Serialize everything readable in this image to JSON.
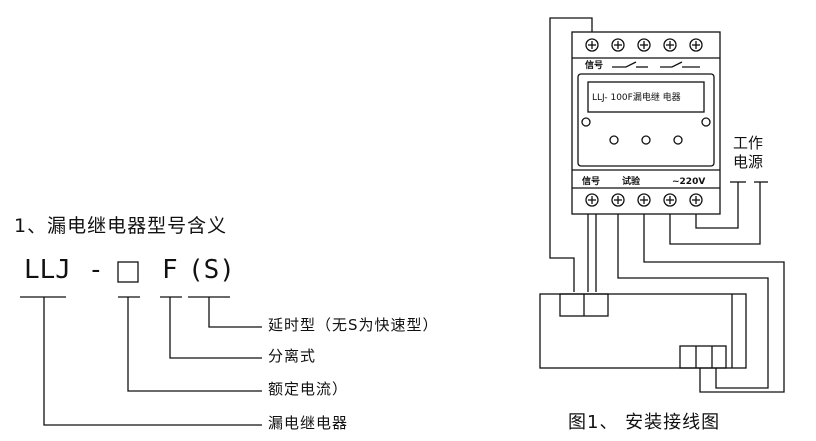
{
  "title": "1、漏电继电器型号含义",
  "model": {
    "llj": "LLJ",
    "dash": "-",
    "f": "F",
    "s": "(S)"
  },
  "descriptions": [
    "延时型（无S为快速型）",
    "分离式",
    "额定电流）",
    "漏电继电器"
  ],
  "relay": {
    "top_label_signal": "信号",
    "display_text": "LLJ- 100F漏电继 电器",
    "bottom_label_signal": "信号",
    "bottom_label_test": "试验",
    "bottom_label_voltage": "~220V"
  },
  "power_supply": {
    "line1": "工作",
    "line2": "电源"
  },
  "caption": "图1、 安装接线图",
  "colors": {
    "line": "#111111",
    "background": "#ffffff"
  }
}
